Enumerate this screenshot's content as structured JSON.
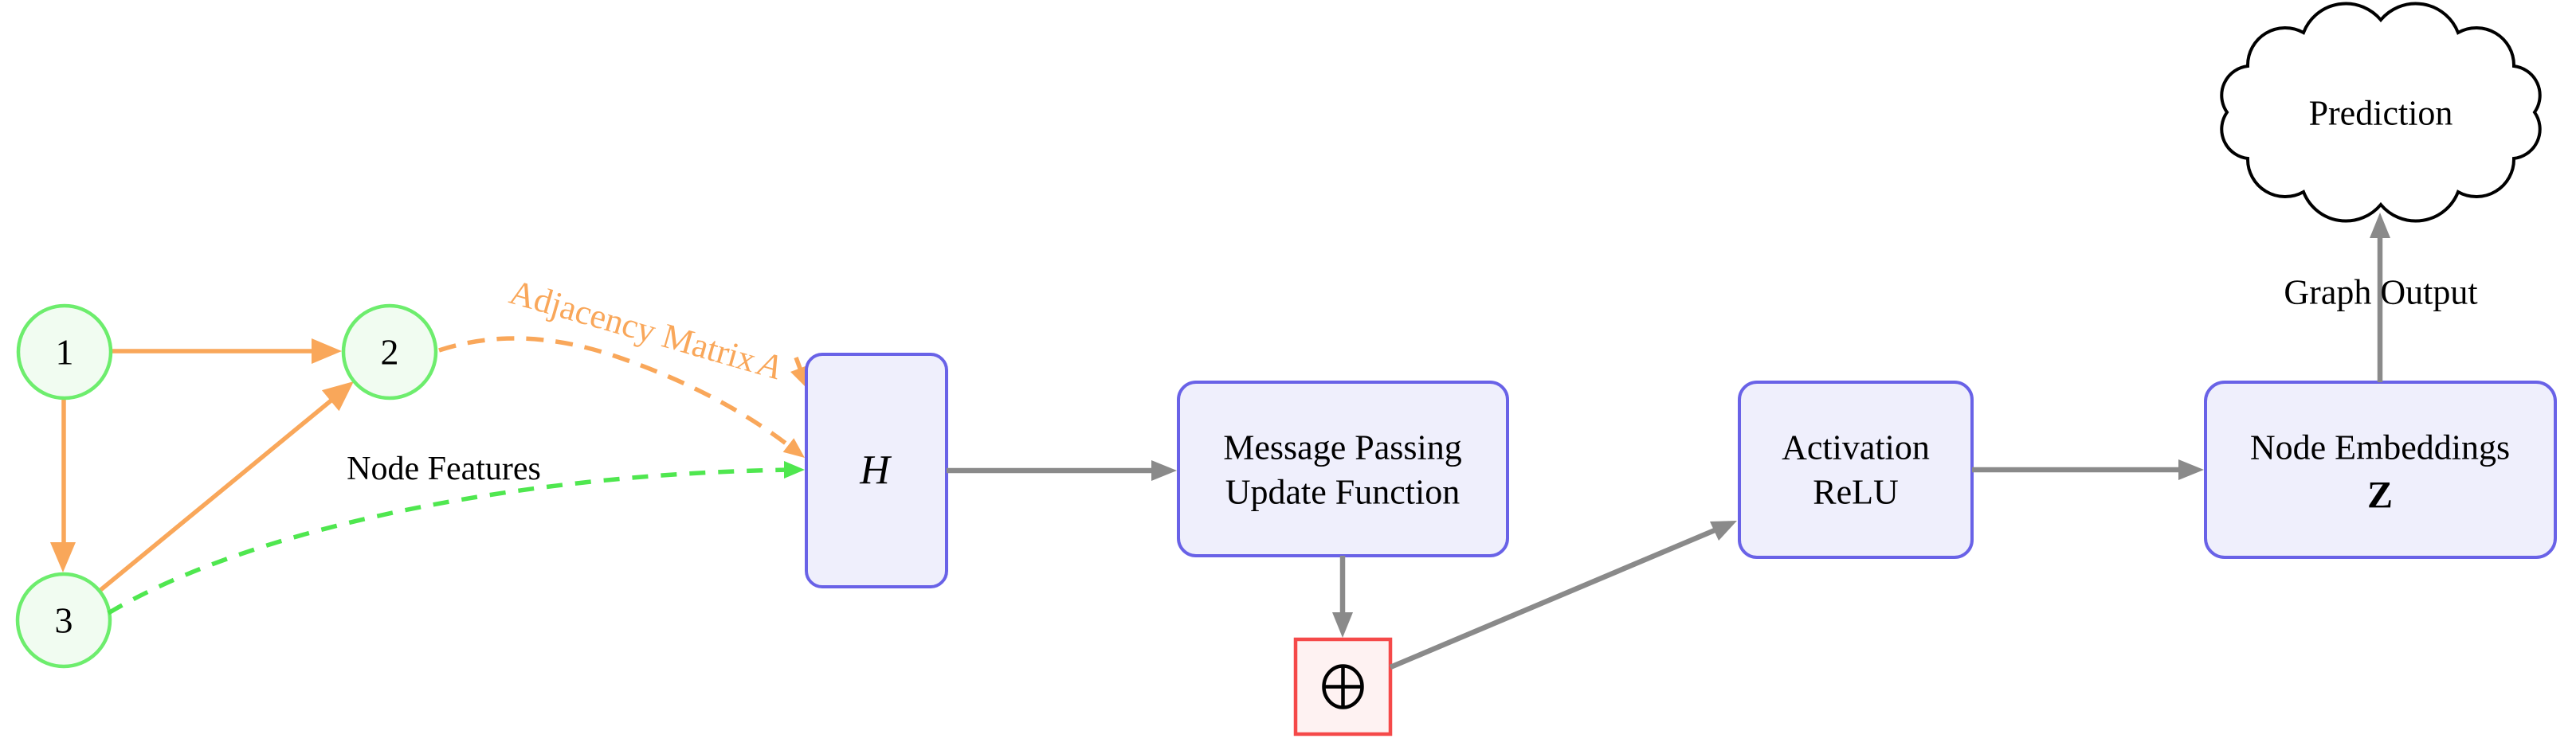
{
  "colors": {
    "orange": "#F9A75A",
    "green": "#4FE74F",
    "node-fill": "#F1FCF1",
    "node-stroke": "#6DED6D",
    "blue-stroke": "#6962E7",
    "blue-fill": "#EFEFFC",
    "red-stroke": "#F54949",
    "red-fill": "#FEF2F2",
    "gray": "#8A8A8A"
  },
  "graph": {
    "node1": "1",
    "node2": "2",
    "node3": "3"
  },
  "annotations": {
    "adjacency_matrix_label": "Adjacency Matrix",
    "adjacency_matrix_symbol": "A",
    "node_features_label": "Node Features",
    "graph_output_label": "Graph Output"
  },
  "boxes": {
    "hidden_state": {
      "label": "H"
    },
    "message_passing": {
      "line1": "Message Passing",
      "line2": "Update Function"
    },
    "aggregator": {
      "symbol_icon": "circled-plus"
    },
    "activation": {
      "line1": "Activation",
      "line2": "ReLU"
    },
    "node_embeddings": {
      "line1": "Node Embeddings",
      "line2": "Z"
    }
  },
  "cloud": {
    "label": "Prediction"
  }
}
